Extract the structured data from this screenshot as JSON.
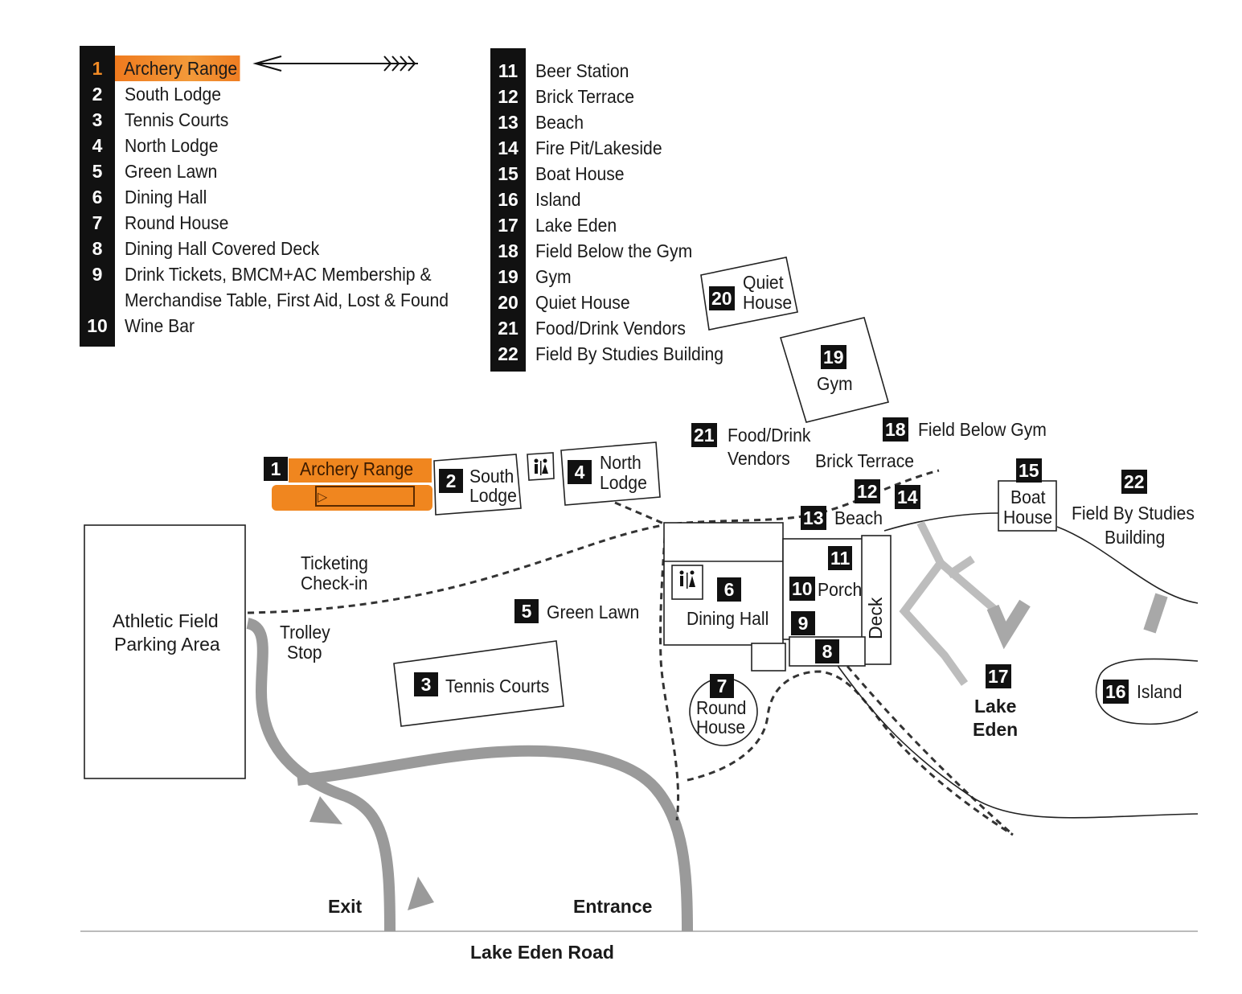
{
  "legend_left": [
    {
      "num": "1",
      "label": "Archery Range",
      "highlight": true
    },
    {
      "num": "2",
      "label": "South Lodge"
    },
    {
      "num": "3",
      "label": "Tennis Courts"
    },
    {
      "num": "4",
      "label": "North Lodge"
    },
    {
      "num": "5",
      "label": "Green Lawn"
    },
    {
      "num": "6",
      "label": "Dining Hall"
    },
    {
      "num": "7",
      "label": "Round House"
    },
    {
      "num": "8",
      "label": "Dining Hall Covered Deck"
    },
    {
      "num": "9",
      "label": "Drink Tickets, BMCM+AC Membership &"
    },
    {
      "num": "",
      "label": "Merchandise Table, First Aid, Lost & Found"
    },
    {
      "num": "10",
      "label": "Wine Bar"
    }
  ],
  "legend_right": [
    {
      "num": "11",
      "label": "Beer Station"
    },
    {
      "num": "12",
      "label": "Brick Terrace"
    },
    {
      "num": "13",
      "label": "Beach"
    },
    {
      "num": "14",
      "label": "Fire Pit/Lakeside"
    },
    {
      "num": "15",
      "label": "Boat House"
    },
    {
      "num": "16",
      "label": "Island"
    },
    {
      "num": "17",
      "label": "Lake Eden"
    },
    {
      "num": "18",
      "label": "Field Below the Gym"
    },
    {
      "num": "19",
      "label": "Gym"
    },
    {
      "num": "20",
      "label": "Quiet House"
    },
    {
      "num": "21",
      "label": "Food/Drink Vendors"
    },
    {
      "num": "22",
      "label": "Field By Studies Building"
    }
  ],
  "map": {
    "archery": {
      "num": "1",
      "label": "Archery Range"
    },
    "south_lodge": {
      "num": "2",
      "line1": "South",
      "line2": "Lodge"
    },
    "north_lodge": {
      "num": "4",
      "line1": "North",
      "line2": "Lodge"
    },
    "tennis": {
      "num": "3",
      "label": "Tennis Courts"
    },
    "green_lawn": {
      "num": "5",
      "label": "Green Lawn"
    },
    "dining_hall": {
      "num": "6",
      "label": "Dining Hall"
    },
    "round_house": {
      "num": "7",
      "line1": "Round",
      "line2": "House"
    },
    "deck_covered": {
      "num": "8"
    },
    "drink_tickets": {
      "num": "9"
    },
    "porch": {
      "num": "10",
      "label": "Porch"
    },
    "beer": {
      "num": "11"
    },
    "brick_terrace": {
      "num": "12",
      "label": "Brick Terrace"
    },
    "beach": {
      "num": "13",
      "label": "Beach"
    },
    "fire_pit": {
      "num": "14"
    },
    "boat_house": {
      "num": "15",
      "line1": "Boat",
      "line2": "House"
    },
    "island": {
      "num": "16",
      "label": "Island"
    },
    "lake_eden": {
      "num": "17",
      "line1": "Lake",
      "line2": "Eden"
    },
    "field_below_gym": {
      "num": "18",
      "label": "Field Below Gym"
    },
    "gym": {
      "num": "19",
      "label": "Gym"
    },
    "quiet_house": {
      "num": "20",
      "line1": "Quiet",
      "line2": "House"
    },
    "vendors": {
      "num": "21",
      "line1": "Food/Drink",
      "line2": "Vendors"
    },
    "studies": {
      "num": "22",
      "line1": "Field By Studies",
      "line2": "Building"
    },
    "deck_label": "Deck",
    "athletic_field": {
      "line1": "Athletic Field",
      "line2": "Parking Area"
    },
    "ticketing": {
      "line1": "Ticketing",
      "line2": "Check-in"
    },
    "trolley": {
      "line1": "Trolley",
      "line2": "Stop"
    },
    "exit": "Exit",
    "entrance": "Entrance",
    "road": "Lake Eden Road"
  },
  "colors": {
    "highlight": "#f0861f",
    "ink": "#111111",
    "road": "#9a9a9a"
  }
}
